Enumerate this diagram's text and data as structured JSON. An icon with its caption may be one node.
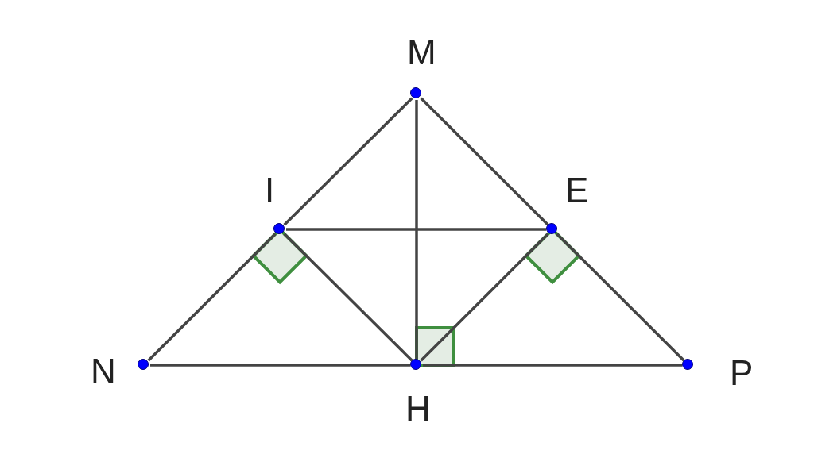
{
  "diagram": {
    "nodes": [
      {
        "text": [],
        "shape": "circle",
        "beside": [
          "M"
        ]
      },
      {
        "text": [],
        "shape": "circle",
        "beside": [
          "I"
        ]
      },
      {
        "text": [],
        "shape": "circle",
        "beside": [
          "E"
        ]
      },
      {
        "text": [],
        "shape": "circle",
        "beside": [
          "N"
        ]
      },
      {
        "text": [],
        "shape": "circle",
        "beside": [
          "H"
        ]
      },
      {
        "text": [],
        "shape": "circle",
        "beside": [
          "P"
        ]
      }
    ],
    "edges": [
      {
        "from": 0,
        "to": 1,
        "arrow": "none"
      },
      {
        "from": 1,
        "to": 3,
        "arrow": "none"
      },
      {
        "from": 0,
        "to": 2,
        "arrow": "none"
      },
      {
        "from": 2,
        "to": 5,
        "arrow": "none"
      },
      {
        "from": 3,
        "to": 4,
        "arrow": "none"
      },
      {
        "from": 4,
        "to": 5,
        "arrow": "none"
      },
      {
        "from": 0,
        "to": 4,
        "arrow": "none"
      },
      {
        "from": 1,
        "to": 2,
        "arrow": "none"
      },
      {
        "from": 1,
        "to": 4,
        "arrow": "none"
      },
      {
        "from": 2,
        "to": 4,
        "arrow": "none"
      }
    ]
  }
}
